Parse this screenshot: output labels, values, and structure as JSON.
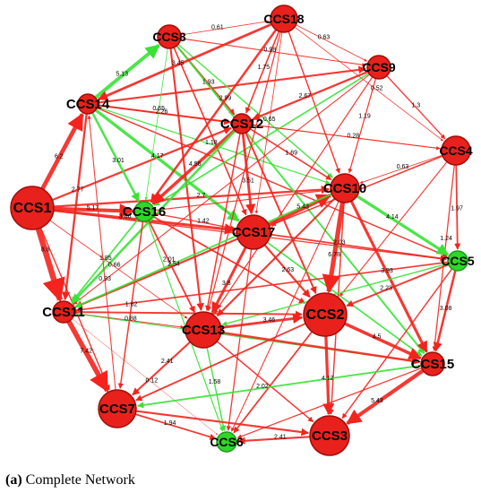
{
  "caption": {
    "tag": "(a)",
    "text": "Complete Network"
  },
  "colors": {
    "red_node": "#e8211c",
    "red_stroke": "#a00d0a",
    "green_node": "#2fd72a",
    "red_edge": "#f4231d",
    "green_edge": "#3ae236"
  },
  "nodes": [
    {
      "id": "CCS18",
      "label": "CCS18",
      "color": "red"
    },
    {
      "id": "CCS8",
      "label": "CCS8",
      "color": "red"
    },
    {
      "id": "CCS9",
      "label": "CCS9",
      "color": "red"
    },
    {
      "id": "CCS14",
      "label": "CCS14",
      "color": "red"
    },
    {
      "id": "CCS12",
      "label": "CCS12",
      "color": "red"
    },
    {
      "id": "CCS4",
      "label": "CCS4",
      "color": "red"
    },
    {
      "id": "CCS1",
      "label": "CCS1",
      "color": "red"
    },
    {
      "id": "CCS16",
      "label": "CCS16",
      "color": "green"
    },
    {
      "id": "CCS10",
      "label": "CCS10",
      "color": "red"
    },
    {
      "id": "CCS17",
      "label": "CCS17",
      "color": "red"
    },
    {
      "id": "CCS5",
      "label": "CCS5",
      "color": "green"
    },
    {
      "id": "CCS11",
      "label": "CCS11",
      "color": "red"
    },
    {
      "id": "CCS13",
      "label": "CCS13",
      "color": "red"
    },
    {
      "id": "CCS2",
      "label": "CCS2",
      "color": "red"
    },
    {
      "id": "CCS15",
      "label": "CCS15",
      "color": "red"
    },
    {
      "id": "CCS7",
      "label": "CCS7",
      "color": "red"
    },
    {
      "id": "CCS3",
      "label": "CCS3",
      "color": "red"
    },
    {
      "id": "CCS6",
      "label": "CCS6",
      "color": "green"
    }
  ],
  "edges": [
    {
      "s": "CCS1",
      "t": "CCS11",
      "w": 8.8,
      "label": "8.8",
      "c": "red"
    },
    {
      "s": "CCS1",
      "t": "CCS14",
      "w": 6.2,
      "label": "6.2",
      "c": "red"
    },
    {
      "s": "CCS1",
      "t": "CCS16",
      "w": 5.17,
      "label": "5.17",
      "c": "red"
    },
    {
      "s": "CCS1",
      "t": "CCS17",
      "w": 3.86,
      "label": "3.86",
      "c": "red"
    },
    {
      "s": "CCS1",
      "t": "CCS13",
      "w": 0.66,
      "label": "0.66",
      "c": "red"
    },
    {
      "s": "CCS1",
      "t": "CCS10",
      "w": 2.7,
      "label": "2.7",
      "c": "red"
    },
    {
      "s": "CCS1",
      "t": "CCS5",
      "w": 1.2,
      "label": "",
      "c": "red"
    },
    {
      "s": "CCS1",
      "t": "CCS12",
      "w": 2.6,
      "label": "",
      "c": "red"
    },
    {
      "s": "CCS1",
      "t": "CCS7",
      "w": 1.5,
      "label": "",
      "c": "red"
    },
    {
      "s": "CCS14",
      "t": "CCS8",
      "w": 5.13,
      "label": "5.13",
      "c": "green"
    },
    {
      "s": "CCS14",
      "t": "CCS12",
      "w": 2.26,
      "label": "2.26",
      "c": "red"
    },
    {
      "s": "CCS14",
      "t": "CCS16",
      "w": 3.01,
      "label": "3.01",
      "c": "green"
    },
    {
      "s": "CCS14",
      "t": "CCS17",
      "w": 4.17,
      "label": "4.17",
      "c": "green"
    },
    {
      "s": "CCS14",
      "t": "CCS10",
      "w": 1.18,
      "label": "1.18",
      "c": "green"
    },
    {
      "s": "CCS14",
      "t": "CCS9",
      "w": 2.5,
      "label": "",
      "c": "red"
    },
    {
      "s": "CCS14",
      "t": "CCS11",
      "w": 2.77,
      "label": "2.77",
      "c": "red"
    },
    {
      "s": "CCS14",
      "t": "CCS4",
      "w": 1.0,
      "label": "",
      "c": "red"
    },
    {
      "s": "CCS14",
      "t": "CCS5",
      "w": 1.5,
      "label": "",
      "c": "red"
    },
    {
      "s": "CCS8",
      "t": "CCS18",
      "w": 0.61,
      "label": "0.61",
      "c": "red"
    },
    {
      "s": "CCS8",
      "t": "CCS9",
      "w": 0.98,
      "label": "0.98",
      "c": "red"
    },
    {
      "s": "CCS8",
      "t": "CCS12",
      "w": 1.93,
      "label": "1.93",
      "c": "red"
    },
    {
      "s": "CCS8",
      "t": "CCS16",
      "w": 0.65,
      "label": "0.65",
      "c": "green"
    },
    {
      "s": "CCS8",
      "t": "CCS13",
      "w": 2.5,
      "label": "",
      "c": "red"
    },
    {
      "s": "CCS8",
      "t": "CCS15",
      "w": 2.2,
      "label": "",
      "c": "green"
    },
    {
      "s": "CCS8",
      "t": "CCS17",
      "w": 1.8,
      "label": "",
      "c": "red"
    },
    {
      "s": "CCS8",
      "t": "CCS10",
      "w": 1.5,
      "label": "",
      "c": "green"
    },
    {
      "s": "CCS18",
      "t": "CCS14",
      "w": 3.45,
      "label": "3.45",
      "c": "red"
    },
    {
      "s": "CCS18",
      "t": "CCS9",
      "w": 0.63,
      "label": "0.63",
      "c": "red"
    },
    {
      "s": "CCS18",
      "t": "CCS12",
      "w": 1.75,
      "label": "1.75",
      "c": "red"
    },
    {
      "s": "CCS18",
      "t": "CCS4",
      "w": 0.52,
      "label": "0.52",
      "c": "red"
    },
    {
      "s": "CCS18",
      "t": "CCS16",
      "w": 2.99,
      "label": "2.99",
      "c": "red"
    },
    {
      "s": "CCS18",
      "t": "CCS17",
      "w": 0.65,
      "label": "0.65",
      "c": "red"
    },
    {
      "s": "CCS18",
      "t": "CCS10",
      "w": 1.5,
      "label": "",
      "c": "red"
    },
    {
      "s": "CCS18",
      "t": "CCS13",
      "w": 1.2,
      "label": "",
      "c": "red"
    },
    {
      "s": "CCS9",
      "t": "CCS4",
      "w": 1.3,
      "label": "1.3",
      "c": "red"
    },
    {
      "s": "CCS9",
      "t": "CCS12",
      "w": 2.67,
      "label": "2.67",
      "c": "red"
    },
    {
      "s": "CCS9",
      "t": "CCS10",
      "w": 1.19,
      "label": "1.19",
      "c": "red"
    },
    {
      "s": "CCS9",
      "t": "CCS16",
      "w": 1.8,
      "label": "",
      "c": "green"
    },
    {
      "s": "CCS9",
      "t": "CCS13",
      "w": 1.2,
      "label": "",
      "c": "red"
    },
    {
      "s": "CCS9",
      "t": "CCS11",
      "w": 1.0,
      "label": "",
      "c": "red"
    },
    {
      "s": "CCS4",
      "t": "CCS10",
      "w": 0.63,
      "label": "0.63",
      "c": "red"
    },
    {
      "s": "CCS4",
      "t": "CCS5",
      "w": 1.97,
      "label": "1.97",
      "c": "red"
    },
    {
      "s": "CCS4",
      "t": "CCS15",
      "w": 1.24,
      "label": "1.24",
      "c": "red"
    },
    {
      "s": "CCS4",
      "t": "CCS12",
      "w": 0.28,
      "label": "0.28",
      "c": "red"
    },
    {
      "s": "CCS4",
      "t": "CCS17",
      "w": 1.56,
      "label": "",
      "c": "red"
    },
    {
      "s": "CCS4",
      "t": "CCS2",
      "w": 1.0,
      "label": "",
      "c": "red"
    },
    {
      "s": "CCS12",
      "t": "CCS16",
      "w": 4.56,
      "label": "4.56",
      "c": "red"
    },
    {
      "s": "CCS12",
      "t": "CCS17",
      "w": 3.51,
      "label": "3.51",
      "c": "red"
    },
    {
      "s": "CCS12",
      "t": "CCS11",
      "w": 3.2,
      "label": "",
      "c": "green"
    },
    {
      "s": "CCS12",
      "t": "CCS10",
      "w": 1.69,
      "label": "1.69",
      "c": "red"
    },
    {
      "s": "CCS12",
      "t": "CCS2",
      "w": 2.3,
      "label": "",
      "c": "red"
    },
    {
      "s": "CCS12",
      "t": "CCS13",
      "w": 1.6,
      "label": "",
      "c": "red"
    },
    {
      "s": "CCS16",
      "t": "CCS11",
      "w": 1.85,
      "label": "1.85",
      "c": "green"
    },
    {
      "s": "CCS16",
      "t": "CCS17",
      "w": 1.42,
      "label": "1.42",
      "c": "red"
    },
    {
      "s": "CCS16",
      "t": "CCS13",
      "w": 2.01,
      "label": "2.01",
      "c": "red"
    },
    {
      "s": "CCS16",
      "t": "CCS7",
      "w": 1.62,
      "label": "1.62",
      "c": "red"
    },
    {
      "s": "CCS16",
      "t": "CCS6",
      "w": 1.2,
      "label": "",
      "c": "green"
    },
    {
      "s": "CCS16",
      "t": "CCS2",
      "w": 2.0,
      "label": "",
      "c": "red"
    },
    {
      "s": "CCS16",
      "t": "CCS10",
      "w": 1.1,
      "label": "",
      "c": "red"
    },
    {
      "s": "CCS17",
      "t": "CCS10",
      "w": 5.43,
      "label": "5.43",
      "c": "red"
    },
    {
      "s": "CCS17",
      "t": "CCS5",
      "w": 2.03,
      "label": "2.03",
      "c": "red"
    },
    {
      "s": "CCS17",
      "t": "CCS2",
      "w": 2.63,
      "label": "2.63",
      "c": "red"
    },
    {
      "s": "CCS17",
      "t": "CCS13",
      "w": 3.8,
      "label": "3.8",
      "c": "red"
    },
    {
      "s": "CCS17",
      "t": "CCS11",
      "w": 2.54,
      "label": "2.54",
      "c": "red"
    },
    {
      "s": "CCS17",
      "t": "CCS15",
      "w": 1.8,
      "label": "",
      "c": "green"
    },
    {
      "s": "CCS17",
      "t": "CCS6",
      "w": 1.3,
      "label": "",
      "c": "red"
    },
    {
      "s": "CCS10",
      "t": "CCS5",
      "w": 4.14,
      "label": "4.14",
      "c": "green"
    },
    {
      "s": "CCS10",
      "t": "CCS15",
      "w": 3.93,
      "label": "3.93",
      "c": "red"
    },
    {
      "s": "CCS10",
      "t": "CCS2",
      "w": 6.78,
      "label": "6.78",
      "c": "red"
    },
    {
      "s": "CCS10",
      "t": "CCS13",
      "w": 2.4,
      "label": "",
      "c": "red"
    },
    {
      "s": "CCS10",
      "t": "CCS6",
      "w": 1.0,
      "label": "",
      "c": "red"
    },
    {
      "s": "CCS10",
      "t": "CCS3",
      "w": 1.5,
      "label": "",
      "c": "red"
    },
    {
      "s": "CCS10",
      "t": "CCS11",
      "w": 2.1,
      "label": "",
      "c": "green"
    },
    {
      "s": "CCS5",
      "t": "CCS15",
      "w": 3.08,
      "label": "3.08",
      "c": "red"
    },
    {
      "s": "CCS5",
      "t": "CCS2",
      "w": 2.23,
      "label": "2.23",
      "c": "red"
    },
    {
      "s": "CCS5",
      "t": "CCS13",
      "w": 1.42,
      "label": "",
      "c": "green"
    },
    {
      "s": "CCS5",
      "t": "CCS3",
      "w": 1.5,
      "label": "",
      "c": "red"
    },
    {
      "s": "CCS5",
      "t": "CCS11",
      "w": 1.8,
      "label": "",
      "c": "red"
    },
    {
      "s": "CCS11",
      "t": "CCS7",
      "w": 7.42,
      "label": "7.42",
      "c": "red"
    },
    {
      "s": "CCS11",
      "t": "CCS13",
      "w": 0.88,
      "label": "0.88",
      "c": "red"
    },
    {
      "s": "CCS11",
      "t": "CCS6",
      "w": 0.12,
      "label": "0.12",
      "c": "red"
    },
    {
      "s": "CCS11",
      "t": "CCS2",
      "w": 2.2,
      "label": "",
      "c": "red"
    },
    {
      "s": "CCS11",
      "t": "CCS15",
      "w": 1.1,
      "label": "",
      "c": "green"
    },
    {
      "s": "CCS13",
      "t": "CCS2",
      "w": 3.46,
      "label": "3.46",
      "c": "red"
    },
    {
      "s": "CCS13",
      "t": "CCS7",
      "w": 2.41,
      "label": "2.41",
      "c": "red"
    },
    {
      "s": "CCS13",
      "t": "CCS6",
      "w": 1.58,
      "label": "1.58",
      "c": "green"
    },
    {
      "s": "CCS13",
      "t": "CCS15",
      "w": 2.9,
      "label": "",
      "c": "red"
    },
    {
      "s": "CCS13",
      "t": "CCS3",
      "w": 1.6,
      "label": "",
      "c": "red"
    },
    {
      "s": "CCS2",
      "t": "CCS15",
      "w": 4.5,
      "label": "4.5",
      "c": "red"
    },
    {
      "s": "CCS2",
      "t": "CCS3",
      "w": 4.12,
      "label": "4.12",
      "c": "red"
    },
    {
      "s": "CCS2",
      "t": "CCS6",
      "w": 1.9,
      "label": "",
      "c": "red"
    },
    {
      "s": "CCS2",
      "t": "CCS7",
      "w": 2.0,
      "label": "",
      "c": "red"
    },
    {
      "s": "CCS15",
      "t": "CCS3",
      "w": 5.43,
      "label": "5.43",
      "c": "red"
    },
    {
      "s": "CCS15",
      "t": "CCS6",
      "w": 1.2,
      "label": "",
      "c": "red"
    },
    {
      "s": "CCS7",
      "t": "CCS6",
      "w": 1.94,
      "label": "1.94",
      "c": "red"
    },
    {
      "s": "CCS7",
      "t": "CCS3",
      "w": 2.5,
      "label": "",
      "c": "red"
    },
    {
      "s": "CCS7",
      "t": "CCS14",
      "w": 0.93,
      "label": "0.93",
      "c": "red"
    },
    {
      "s": "CCS3",
      "t": "CCS6",
      "w": 2.41,
      "label": "2.41",
      "c": "red"
    },
    {
      "s": "CCS15",
      "t": "CCS7",
      "w": 2.02,
      "label": "2.02",
      "c": "green"
    }
  ]
}
